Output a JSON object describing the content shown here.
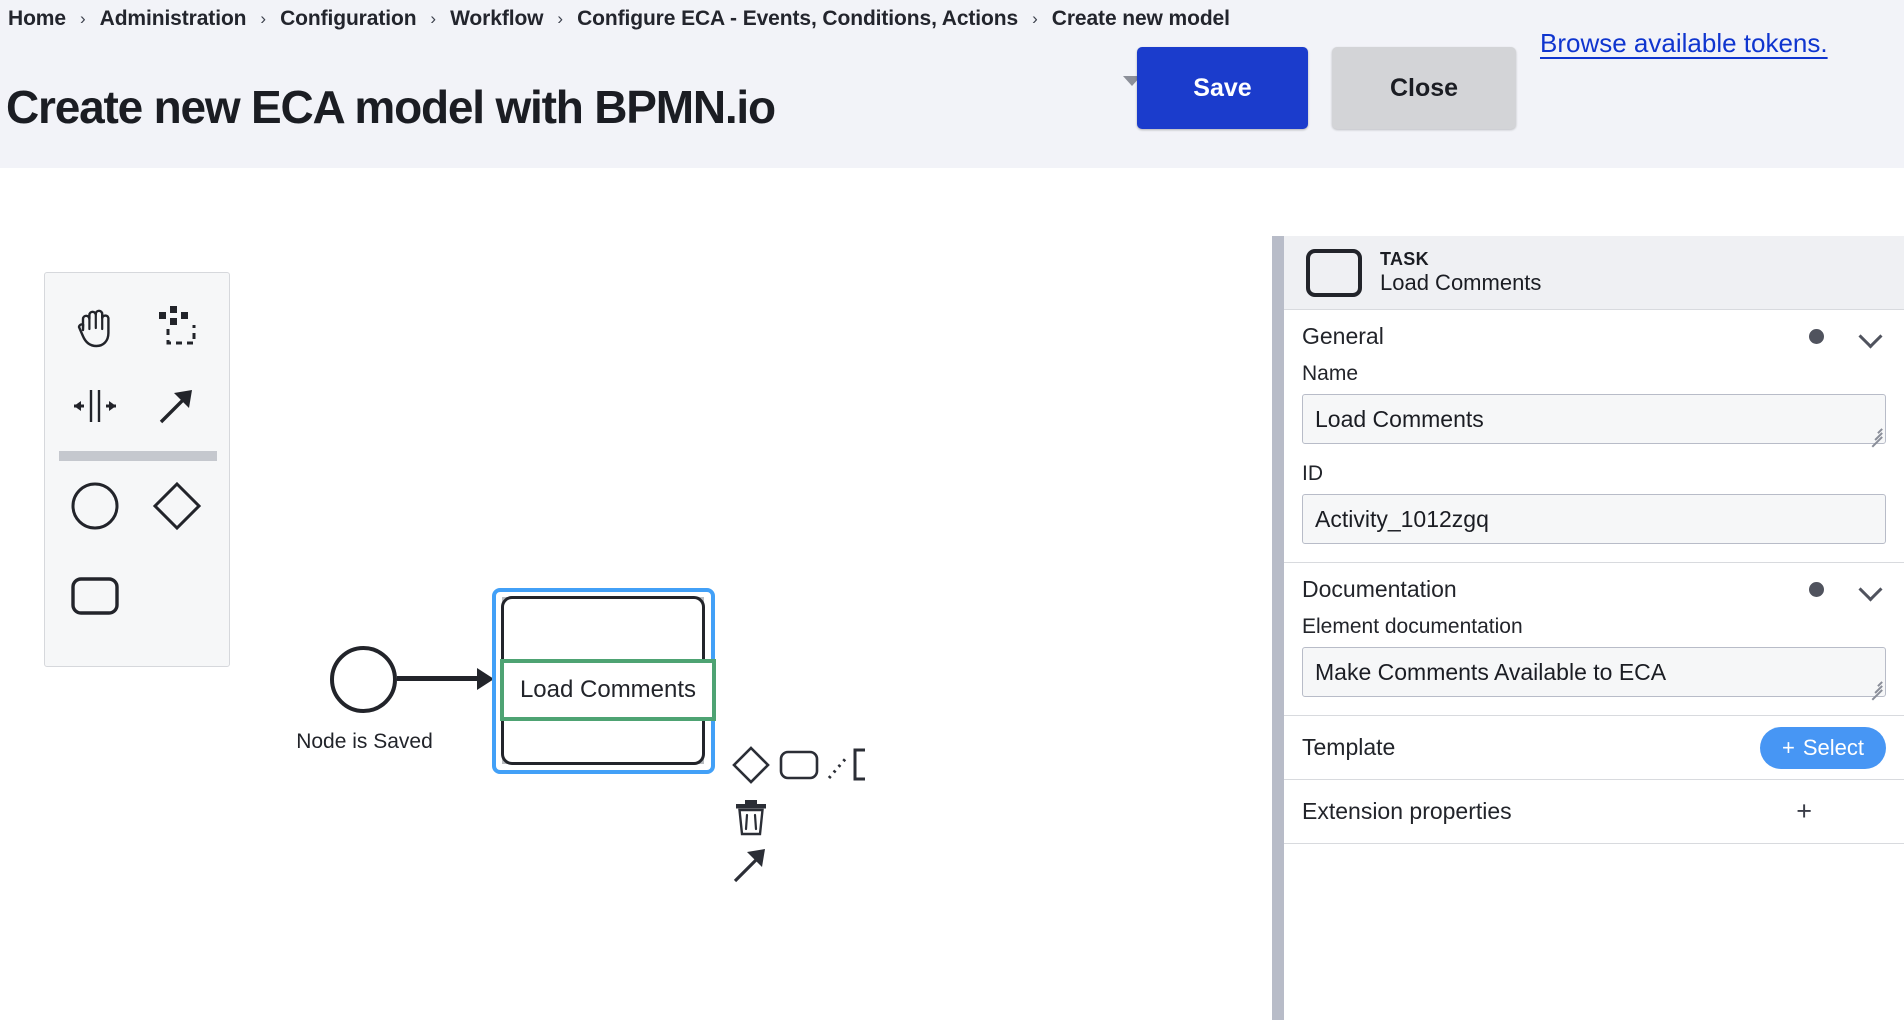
{
  "header": {
    "breadcrumb": [
      "Home",
      "Administration",
      "Configuration",
      "Workflow",
      "Configure ECA - Events, Conditions, Actions",
      "Create new model"
    ],
    "separator": "›",
    "title": "Create new ECA model with BPMN.io",
    "save_label": "Save",
    "close_label": "Close",
    "tokens_link": "Browse available tokens.",
    "colors": {
      "background": "#f2f3f8",
      "save": "#1b3ccc",
      "close": "#d3d4d7",
      "link": "#0f35cf"
    }
  },
  "palette": {
    "tools": [
      {
        "name": "hand-tool",
        "icon": "hand-icon"
      },
      {
        "name": "lasso-tool",
        "icon": "lasso-select-icon"
      },
      {
        "name": "space-tool",
        "icon": "space-tool-icon"
      },
      {
        "name": "global-connect-tool",
        "icon": "connect-arrow-icon"
      }
    ],
    "shapes": [
      {
        "name": "create-start-event",
        "icon": "circle-icon"
      },
      {
        "name": "create-gateway",
        "icon": "diamond-icon"
      },
      {
        "name": "create-task",
        "icon": "rounded-rect-icon"
      }
    ]
  },
  "diagram": {
    "start_event_label": "Node is Saved",
    "task_label": "Load Comments",
    "selection_color": "#42a0f7",
    "editor_border_color": "#4ea373",
    "context_pad": [
      {
        "name": "append-gateway",
        "icon": "diamond-icon"
      },
      {
        "name": "append-task",
        "icon": "rounded-rect-icon"
      },
      {
        "name": "append-text-annotation",
        "icon": "text-annotation-icon"
      },
      {
        "name": "delete-element",
        "icon": "trash-icon"
      },
      {
        "name": "connect-element",
        "icon": "connect-arrow-icon"
      }
    ]
  },
  "properties": {
    "element_type": "TASK",
    "element_name": "Load Comments",
    "groups": [
      {
        "title": "General",
        "fields": [
          {
            "label": "Name",
            "value": "Load Comments",
            "multiline": true
          },
          {
            "label": "ID",
            "value": "Activity_1012zgq",
            "multiline": false
          }
        ]
      },
      {
        "title": "Documentation",
        "fields": [
          {
            "label": "Element documentation",
            "value": "Make Comments Available to ECA",
            "multiline": true
          }
        ]
      }
    ],
    "rows": [
      {
        "title": "Template",
        "action": "Select",
        "action_type": "pill",
        "plus": "+"
      },
      {
        "title": "Extension properties",
        "action": "+",
        "action_type": "plus"
      }
    ]
  }
}
